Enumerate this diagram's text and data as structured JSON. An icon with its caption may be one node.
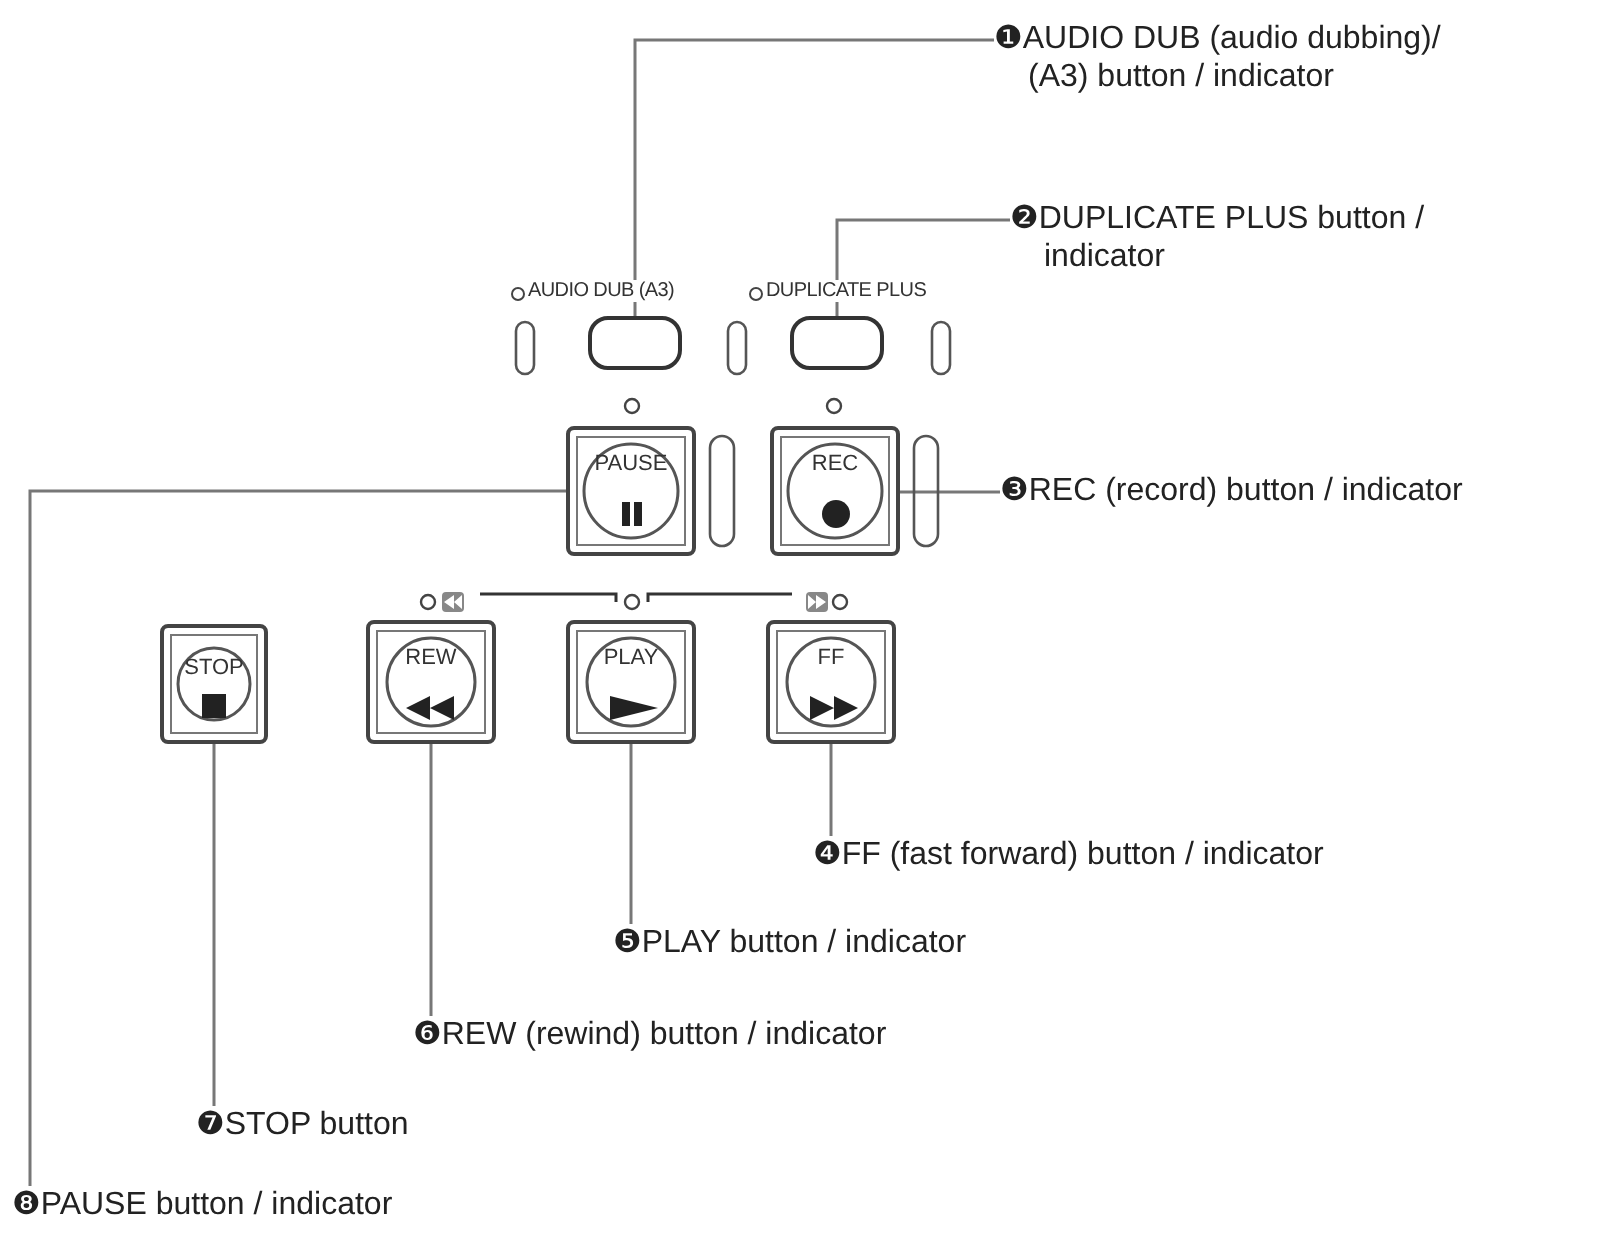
{
  "diagram": {
    "nodes": [
      {
        "text": [
          "❶AUDIO DUB (audio dubbing)/ (A3) button / indicator"
        ]
      },
      {
        "text": [
          "❷DUPLICATE PLUS button / indicator"
        ]
      },
      {
        "text": [
          "AUDIO DUB (A3)"
        ]
      },
      {
        "text": [
          "DUPLICATE PLUS"
        ]
      },
      {
        "text": [
          "PAUSE"
        ]
      },
      {
        "text": [
          "REC"
        ]
      },
      {
        "text": [
          "❸REC (record) button / indicator"
        ]
      },
      {
        "text": [
          "STOP"
        ]
      },
      {
        "text": [
          "REW"
        ]
      },
      {
        "text": [
          "PLAY"
        ]
      },
      {
        "text": [
          "FF"
        ]
      },
      {
        "text": [
          "❹FF (fast forward) button / indicator"
        ]
      },
      {
        "text": [
          "❺PLAY button / indicator"
        ]
      },
      {
        "text": [
          "❻REW (rewind) button / indicator"
        ]
      },
      {
        "text": [
          "❼STOP button"
        ]
      },
      {
        "text": [
          "❽PAUSE button / indicator"
        ]
      }
    ],
    "edges": [
      {
        "from": 0,
        "to": 2,
        "arrow": "none"
      },
      {
        "from": 1,
        "to": 3,
        "arrow": "none"
      },
      {
        "from": 6,
        "to": 5,
        "arrow": "none"
      },
      {
        "from": 11,
        "to": 10,
        "arrow": "none"
      },
      {
        "from": 12,
        "to": 9,
        "arrow": "none"
      },
      {
        "from": 13,
        "to": 8,
        "arrow": "none"
      },
      {
        "from": 14,
        "to": 7,
        "arrow": "none"
      },
      {
        "from": 15,
        "to": 4,
        "arrow": "none"
      }
    ]
  }
}
